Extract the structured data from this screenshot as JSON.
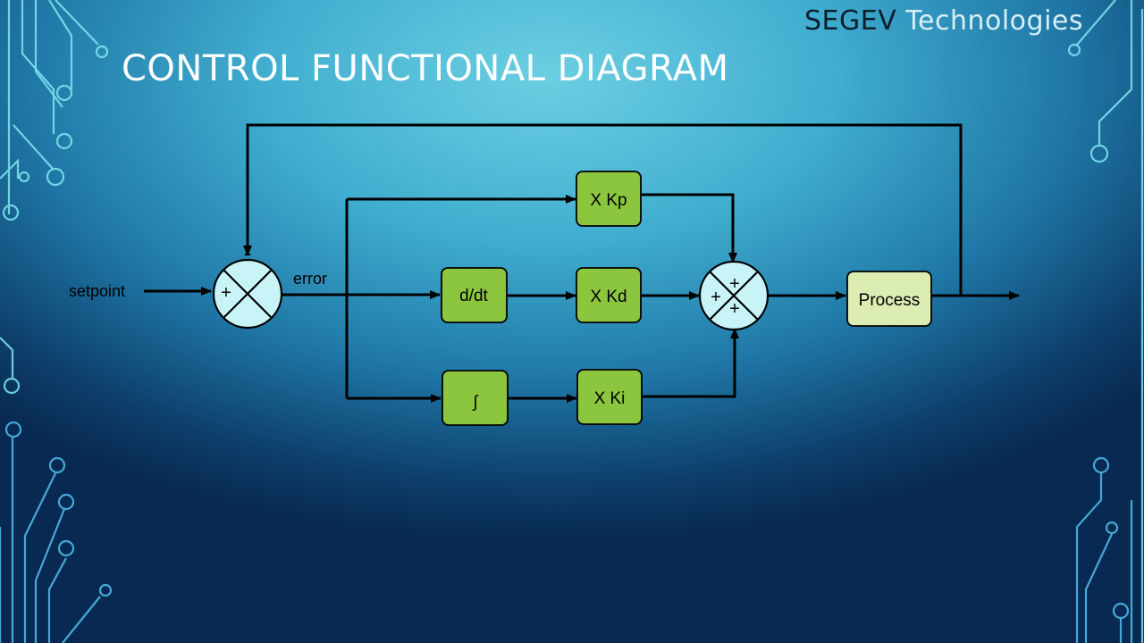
{
  "brand": {
    "name": "SEGEV",
    "suffix": "Technologies"
  },
  "title": "CONTROL FUNCTIONAL DIAGRAM",
  "labels": {
    "input": "setpoint",
    "error": "error"
  },
  "blocks": {
    "kp": "X Kp",
    "derivative": "d/dt",
    "kd": "X Kd",
    "integral": "∫",
    "ki": "X Ki",
    "process": "Process"
  },
  "junctions": {
    "error_sum": {
      "plus": "+",
      "minus": "-"
    },
    "output_sum": {
      "top": "+",
      "left": "+",
      "bottom": "+"
    }
  },
  "colors": {
    "block_green": "#8cc63f",
    "process_fill": "#dcedb3",
    "junction_fill": "#c8f4f8",
    "line": "#000000",
    "decor": "#7fe0f0"
  }
}
